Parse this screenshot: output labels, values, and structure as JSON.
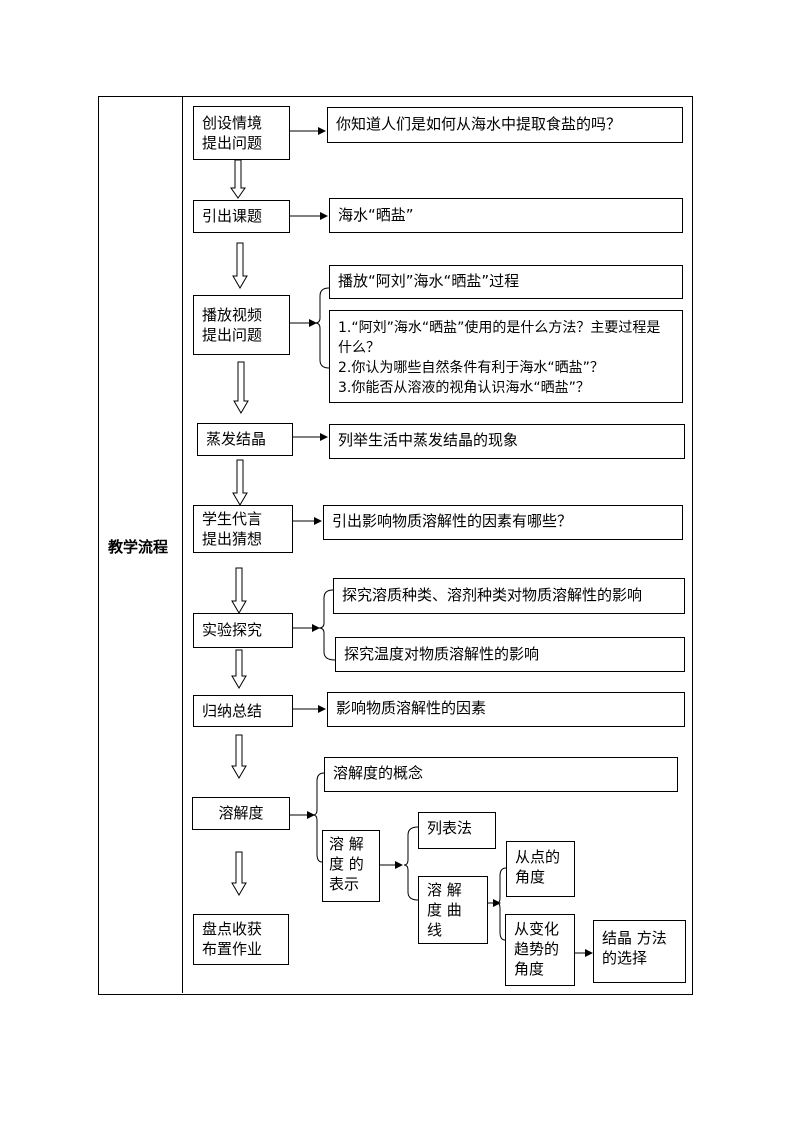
{
  "row_label": "教学流程",
  "steps": [
    {
      "label": "创设情境\n提出问题",
      "outputs": [
        "你知道人们是如何从海水中提取食盐的吗？"
      ]
    },
    {
      "label": "引出课题",
      "outputs": [
        "海水“晒盐”"
      ]
    },
    {
      "label": "播放视频\n提出问题",
      "outputs": [
        "播放“阿刘”海水“晒盐”过程",
        "1.“阿刘”海水“晒盐”使用的是什么方法？主要过程是什么？\n2.你认为哪些自然条件有利于海水“晒盐”？\n3.你能否从溶液的视角认识海水“晒盐”？"
      ]
    },
    {
      "label": "蒸发结晶",
      "outputs": [
        "列举生活中蒸发结晶的现象"
      ]
    },
    {
      "label": "学生代言\n提出猜想",
      "outputs": [
        "引出影响物质溶解性的因素有哪些？"
      ]
    },
    {
      "label": "实验探究",
      "outputs": [
        "探究溶质种类、溶剂种类对物质溶解性的影响",
        "探究温度对物质溶解性的影响"
      ]
    },
    {
      "label": "归纳总结",
      "outputs": [
        "影响物质溶解性的因素"
      ]
    },
    {
      "label": "溶解度",
      "outputs": [
        "溶解度的概念",
        "溶 解\n度 的\n表示"
      ]
    },
    {
      "label": "盘点收获\n布置作业"
    }
  ],
  "solubility_tree": {
    "table_method": "列表法",
    "curve": "溶 解\n度 曲\n线",
    "point_view": "从点的\n角度",
    "trend_view": "从变化\n趋势的\n角度",
    "crystallization": "结晶 方法\n的选择"
  }
}
